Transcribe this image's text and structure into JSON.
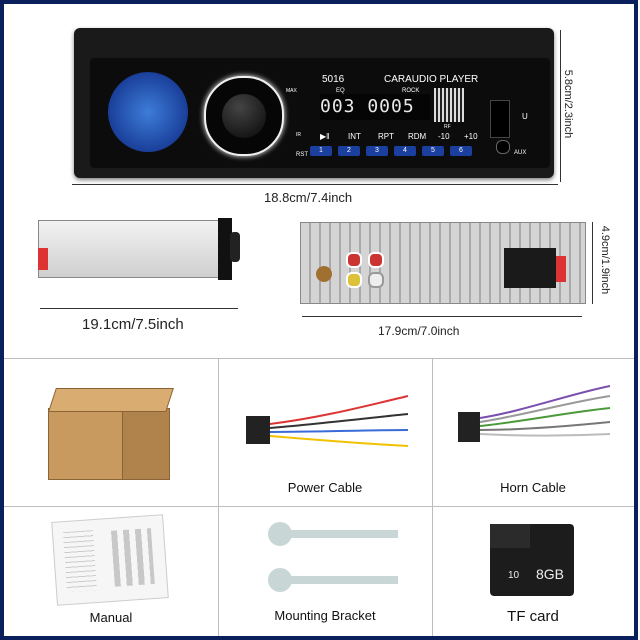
{
  "radio": {
    "model": "5016",
    "brand_text": "CARAUDIO PLAYER",
    "lcd_text": "003 0005",
    "small_labels": [
      "EQ",
      "ROCK",
      "MAX",
      "IR",
      "RST",
      "U",
      "AUX",
      "RF"
    ],
    "mode_buttons": [
      "INT",
      "RPT",
      "RDM",
      "-10",
      "+10"
    ],
    "number_buttons": [
      "1",
      "2",
      "3",
      "4",
      "5",
      "6"
    ]
  },
  "dimensions": {
    "front_height": "5.8cm/2.3inch",
    "front_width": "18.8cm/7.4inch",
    "side_length": "19.1cm/7.5inch",
    "back_height": "4.9cm/1.9inch",
    "back_width": "17.9cm/7.0inch"
  },
  "accessories": [
    {
      "label": "Power Cable"
    },
    {
      "label": "Horn Cable"
    },
    {
      "label": "Manual"
    },
    {
      "label": "Mounting Bracket"
    },
    {
      "label": "TF card"
    }
  ],
  "tf_card": {
    "size": "8GB",
    "brand": "10"
  },
  "colors": {
    "frame": "#0a1f5c",
    "button_blue": "#1b3f9e",
    "radio_body": "#1a1a1a"
  }
}
